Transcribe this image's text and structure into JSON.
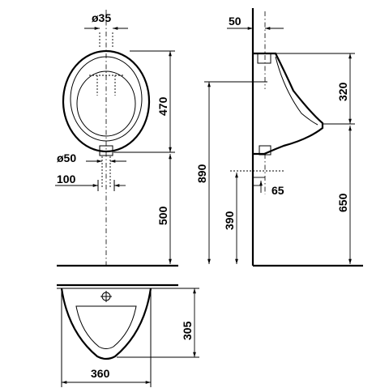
{
  "views": {
    "front": {
      "outlet_diameter": "ø35",
      "bowl_height": "470",
      "inlet_diameter": "ø50",
      "inlet_offset": "100",
      "floor_to_inlet": "500"
    },
    "side": {
      "wall_offset": "50",
      "upper_height": "320",
      "total_height": "890",
      "outlet_depth": "65",
      "floor_to_outlet": "390",
      "floor_to_rim": "650"
    },
    "top": {
      "depth": "305",
      "width": "360"
    }
  },
  "colors": {
    "line": "#000000",
    "background": "#ffffff"
  }
}
